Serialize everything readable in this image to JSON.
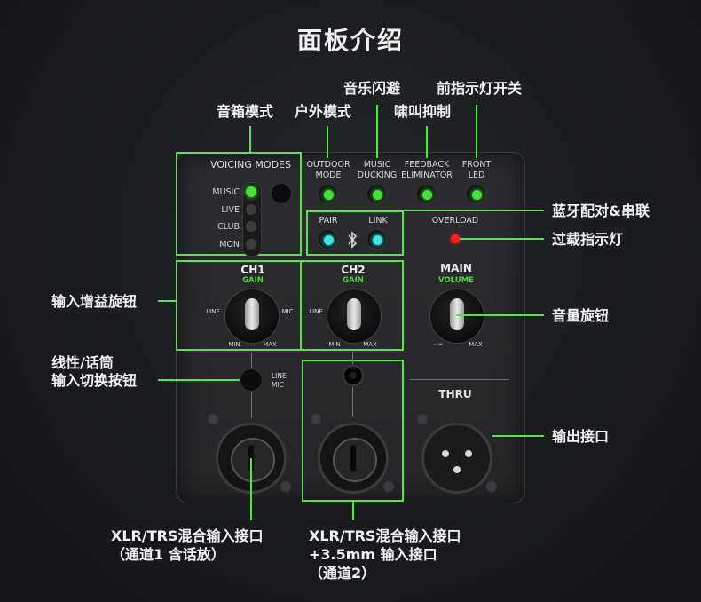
{
  "title": "面板介绍",
  "callouts": {
    "voicing": "音箱模式",
    "outdoor": "户外模式",
    "ducking": "音乐闪避",
    "feedback": "啸叫抑制",
    "front_led": "前指示灯开关",
    "bt": "蓝牙配对&串联",
    "overload": "过载指示灯",
    "gain": "输入增益旋钮",
    "switch_line1": "线性/话筒",
    "switch_line2": "输入切换按钮",
    "volume": "音量旋钮",
    "output": "输出接口",
    "ch1_in_line1": "XLR/TRS混合输入接口",
    "ch1_in_line2": "（通道1 含话放）",
    "ch2_in_line1": "XLR/TRS混合输入接口",
    "ch2_in_line2": "+3.5mm 输入接口",
    "ch2_in_line3": "（通道2）"
  },
  "panel": {
    "voicing_title": "VOICING MODES",
    "modes": [
      "MUSIC",
      "LIVE",
      "CLUB",
      "MON"
    ],
    "outdoor_l1": "OUTDOOR",
    "outdoor_l2": "MODE",
    "ducking_l1": "MUSIC",
    "ducking_l2": "DUCKING",
    "feedback_l1": "FEEDBACK",
    "feedback_l2": "ELIMINATOR",
    "front_l1": "FRONT",
    "front_l2": "LED",
    "pair": "PAIR",
    "link": "LINK",
    "overload": "OVERLOAD",
    "ch1": "CH1",
    "ch2": "CH2",
    "gain": "GAIN",
    "main": "MAIN",
    "volume": "VOLUME",
    "line": "LINE",
    "mic": "MIC",
    "min": "MIN",
    "max": "MAX",
    "neg_inf": "- ∞",
    "thru": "THRU",
    "sw_line": "LINE",
    "sw_mic": "MIC"
  },
  "colors": {
    "highlight": "#5be04f",
    "led_green": "#47e03a",
    "led_cyan": "#3fe3e8",
    "led_red": "#ff2020"
  }
}
